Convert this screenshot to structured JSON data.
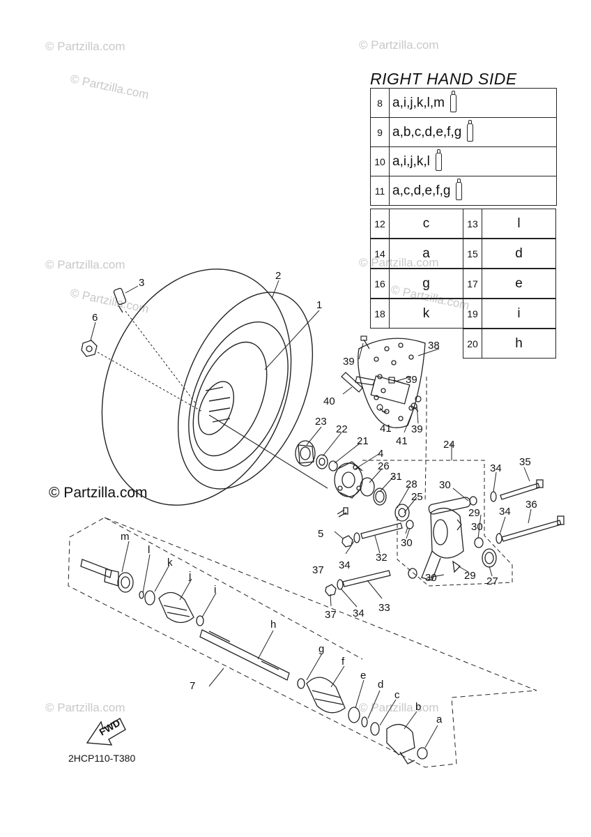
{
  "table": {
    "title": "RIGHT HAND SIDE",
    "full_rows": [
      {
        "num": "8",
        "value": "a,i,j,k,l,m",
        "icon": "grease-tube-icon"
      },
      {
        "num": "9",
        "value": "a,b,c,d,e,f,g",
        "icon": "grease-tube-icon"
      },
      {
        "num": "10",
        "value": "a,i,j,k,l",
        "icon": "grease-tube-icon"
      },
      {
        "num": "11",
        "value": "a,c,d,e,f,g",
        "icon": "grease-tube-icon"
      }
    ],
    "pairs": [
      {
        "left_num": "12",
        "left_val": "c",
        "right_num": "13",
        "right_val": "l"
      },
      {
        "left_num": "14",
        "left_val": "a",
        "right_num": "15",
        "right_val": "d"
      },
      {
        "left_num": "16",
        "left_val": "g",
        "right_num": "17",
        "right_val": "e"
      },
      {
        "left_num": "18",
        "left_val": "k",
        "right_num": "19",
        "right_val": "i"
      },
      {
        "left_num": "",
        "left_val": "",
        "right_num": "20",
        "right_val": "h"
      }
    ]
  },
  "callouts": {
    "c1": "1",
    "c2": "2",
    "c3": "3",
    "c4": "4",
    "c5": "5",
    "c6": "6",
    "c7": "7",
    "c21": "21",
    "c22": "22",
    "c23": "23",
    "c24": "24",
    "c25": "25",
    "c26": "26",
    "c27": "27",
    "c28": "28",
    "c29a": "29",
    "c29b": "29",
    "c30a": "30",
    "c30b": "30",
    "c30c": "30",
    "c30d": "30",
    "c31": "31",
    "c32": "32",
    "c33": "33",
    "c34a": "34",
    "c34b": "34",
    "c34c": "34",
    "c34d": "34",
    "c35": "35",
    "c36": "36",
    "c37a": "37",
    "c37b": "37",
    "c38": "38",
    "c39a": "39",
    "c39b": "39",
    "c39c": "39",
    "c40": "40",
    "c41a": "41",
    "c41b": "41",
    "ca": "a",
    "cb": "b",
    "cc": "c",
    "cd": "d",
    "ce": "e",
    "cf": "f",
    "cg": "g",
    "ch": "h",
    "ci": "i",
    "cj": "j",
    "ck": "k",
    "cl": "l",
    "cm": "m"
  },
  "fwd_label": "FWD",
  "diagram_code": "2HCP110-T380",
  "watermark": "© Partzilla.com",
  "watermark_prominent": "© Partzilla.com"
}
